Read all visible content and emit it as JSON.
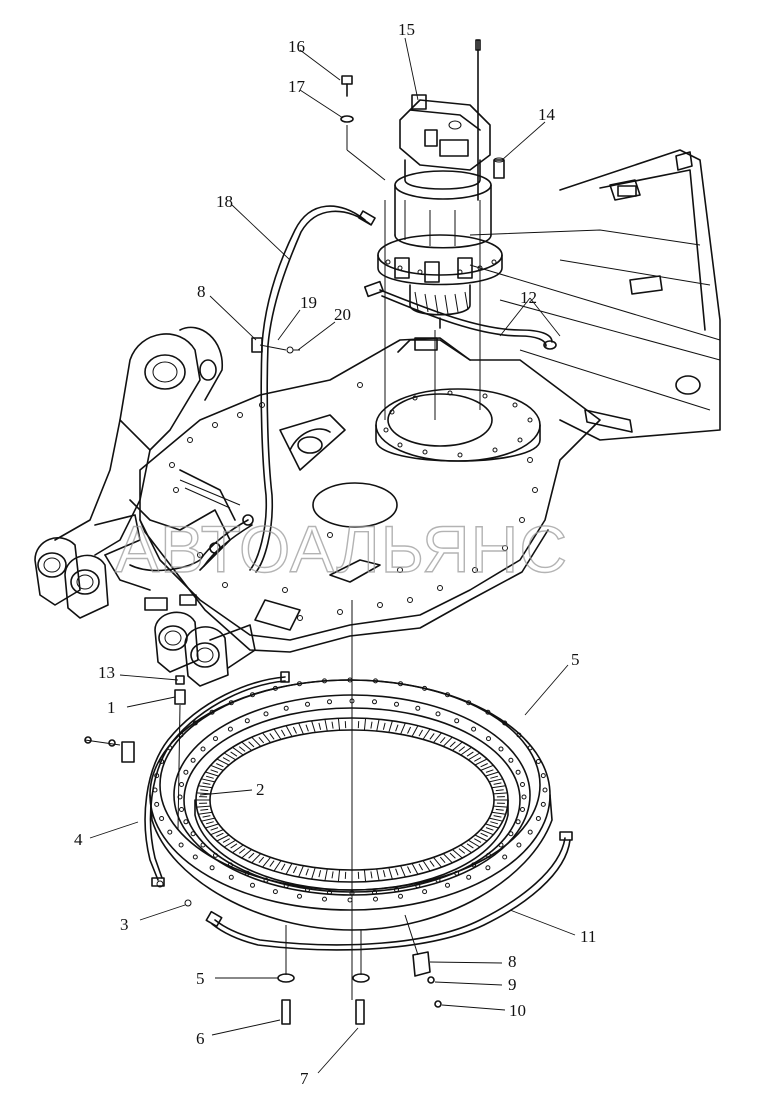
{
  "watermark": "АВТОАЛЬЯНС",
  "callouts": [
    {
      "id": "c1",
      "label": "1"
    },
    {
      "id": "c2",
      "label": "2"
    },
    {
      "id": "c3",
      "label": "3"
    },
    {
      "id": "c4",
      "label": "4"
    },
    {
      "id": "c5a",
      "label": "5"
    },
    {
      "id": "c5b",
      "label": "5"
    },
    {
      "id": "c6",
      "label": "6"
    },
    {
      "id": "c7",
      "label": "7"
    },
    {
      "id": "c8a",
      "label": "8"
    },
    {
      "id": "c8b",
      "label": "8"
    },
    {
      "id": "c9",
      "label": "9"
    },
    {
      "id": "c10",
      "label": "10"
    },
    {
      "id": "c11",
      "label": "11"
    },
    {
      "id": "c12",
      "label": "12"
    },
    {
      "id": "c13",
      "label": "13"
    },
    {
      "id": "c14",
      "label": "14"
    },
    {
      "id": "c15",
      "label": "15"
    },
    {
      "id": "c16",
      "label": "16"
    },
    {
      "id": "c17",
      "label": "17"
    },
    {
      "id": "c18",
      "label": "18"
    },
    {
      "id": "c19",
      "label": "19"
    },
    {
      "id": "c20",
      "label": "20"
    }
  ]
}
